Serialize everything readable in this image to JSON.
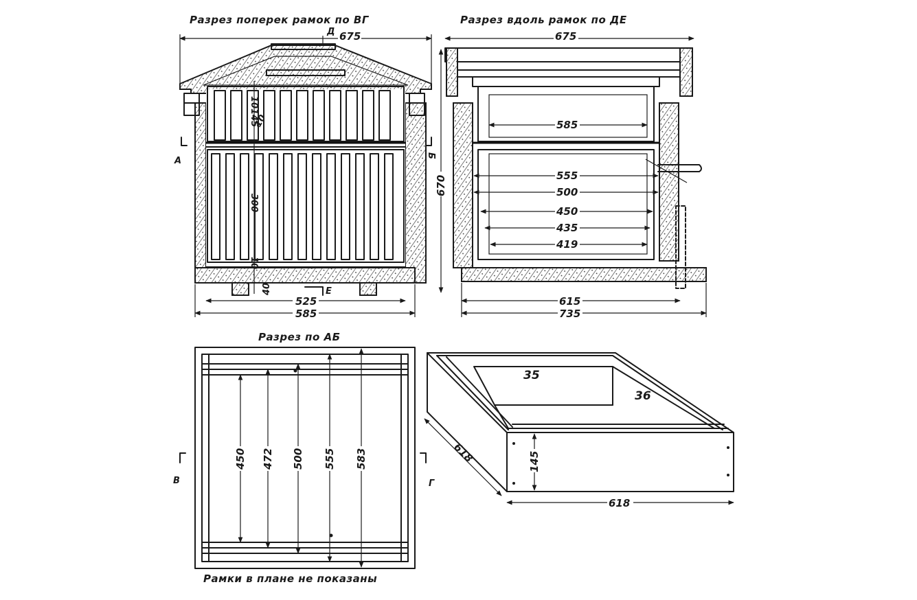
{
  "titles": {
    "section_vg": "Разрез поперек рамок по ВГ",
    "section_de": "Разрез вдоль рамок по ДЕ",
    "section_ab": "Разрез по АБ",
    "note": "Рамки в плане не показаны"
  },
  "markers": {
    "a": "А",
    "b": "Б",
    "v": "В",
    "g": "Г",
    "d": "Д",
    "e": "Е"
  },
  "dims_vg": {
    "top": "675",
    "upper_frame": "145",
    "gap": "10",
    "nest_frame": "300",
    "bottom_gap": "10",
    "leg": "40",
    "inner_width": "525",
    "outer_width": "585"
  },
  "dims_de": {
    "top": "675",
    "upper": "585",
    "d555": "555",
    "d500": "500",
    "d450": "450",
    "d435": "435",
    "d419": "419",
    "height": "670",
    "bottom_inner": "615",
    "bottom_outer": "735"
  },
  "dims_ab": {
    "d450": "450",
    "d472": "472",
    "d500": "500",
    "d555": "555",
    "d583": "583"
  },
  "dims_box": {
    "wall_far": "35",
    "wall_right": "36",
    "height": "145",
    "side": "618",
    "front": "618"
  }
}
